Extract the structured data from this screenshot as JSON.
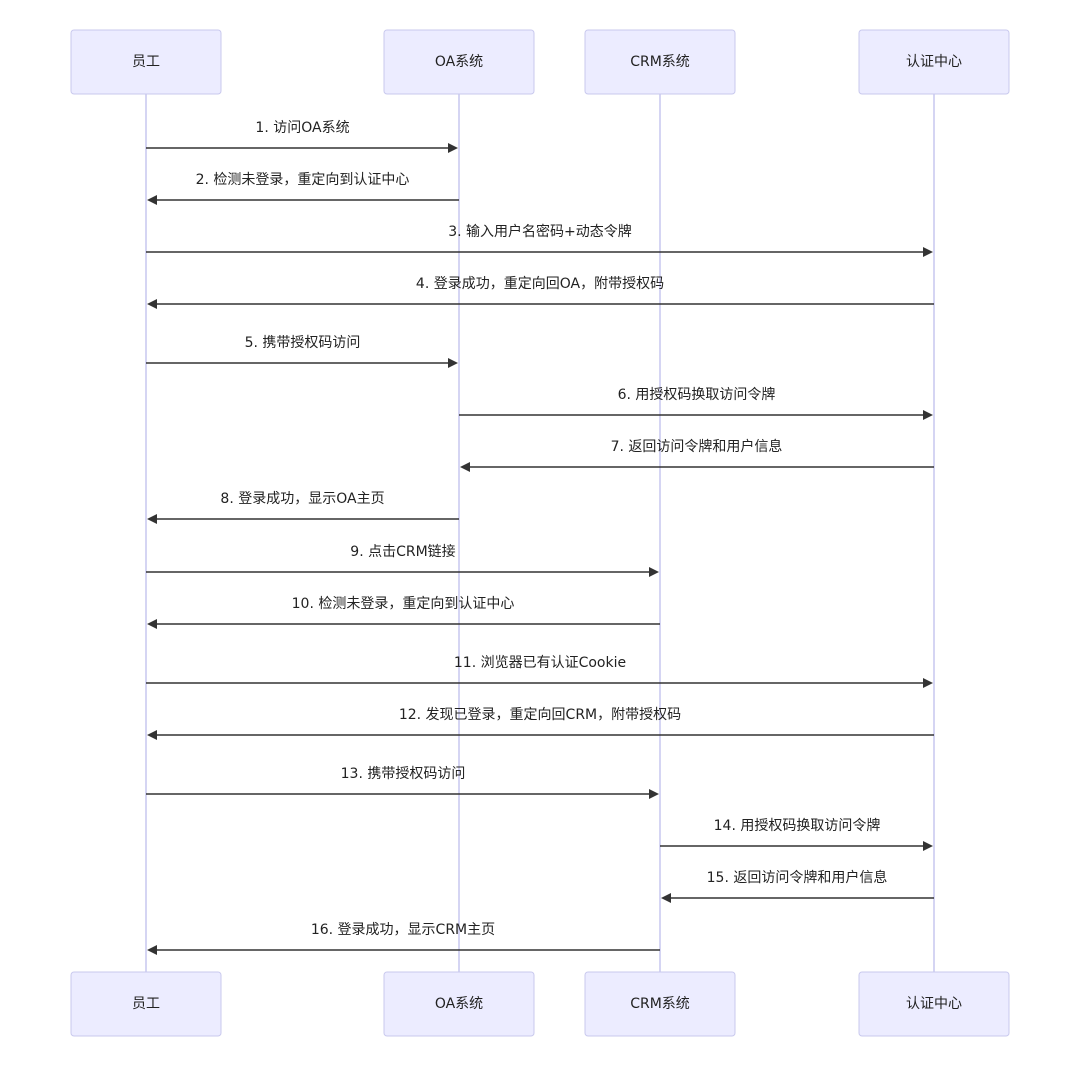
{
  "participants": [
    {
      "id": "employee",
      "label": "员工"
    },
    {
      "id": "oa",
      "label": "OA系统"
    },
    {
      "id": "crm",
      "label": "CRM系统"
    },
    {
      "id": "auth",
      "label": "认证中心"
    }
  ],
  "messages": [
    {
      "from": "employee",
      "to": "oa",
      "text": "1. 访问OA系统"
    },
    {
      "from": "oa",
      "to": "employee",
      "text": "2. 检测未登录，重定向到认证中心"
    },
    {
      "from": "employee",
      "to": "auth",
      "text": "3. 输入用户名密码+动态令牌"
    },
    {
      "from": "auth",
      "to": "employee",
      "text": "4. 登录成功，重定向回OA，附带授权码"
    },
    {
      "from": "employee",
      "to": "oa",
      "text": "5. 携带授权码访问"
    },
    {
      "from": "oa",
      "to": "auth",
      "text": "6. 用授权码换取访问令牌"
    },
    {
      "from": "auth",
      "to": "oa",
      "text": "7. 返回访问令牌和用户信息"
    },
    {
      "from": "oa",
      "to": "employee",
      "text": "8. 登录成功，显示OA主页"
    },
    {
      "from": "employee",
      "to": "crm",
      "text": "9. 点击CRM链接"
    },
    {
      "from": "crm",
      "to": "employee",
      "text": "10. 检测未登录，重定向到认证中心"
    },
    {
      "from": "employee",
      "to": "auth",
      "text": "11. 浏览器已有认证Cookie"
    },
    {
      "from": "auth",
      "to": "employee",
      "text": "12. 发现已登录，重定向回CRM，附带授权码"
    },
    {
      "from": "employee",
      "to": "crm",
      "text": "13. 携带授权码访问"
    },
    {
      "from": "crm",
      "to": "auth",
      "text": "14. 用授权码换取访问令牌"
    },
    {
      "from": "auth",
      "to": "crm",
      "text": "15. 返回访问令牌和用户信息"
    },
    {
      "from": "crm",
      "to": "employee",
      "text": "16. 登录成功，显示CRM主页"
    }
  ]
}
